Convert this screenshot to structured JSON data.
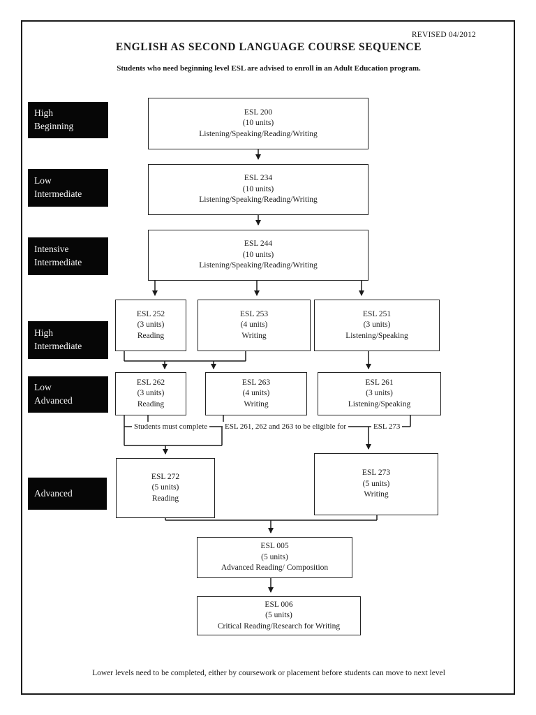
{
  "page": {
    "revised": "REVISED 04/2012",
    "title": "ENGLISH AS SECOND LANGUAGE COURSE SEQUENCE",
    "subtitle": "Students who need beginning level ESL are advised to enroll in an Adult Education program.",
    "footnote": "Lower levels need to be completed, either by coursework or placement before students can move to next level"
  },
  "levels": [
    {
      "id": "high-beginning",
      "line1": "High",
      "line2": "Beginning"
    },
    {
      "id": "low-intermediate",
      "line1": "Low",
      "line2": "Intermediate"
    },
    {
      "id": "intensive-intermediate",
      "line1": "Intensive",
      "line2": "Intermediate"
    },
    {
      "id": "high-intermediate",
      "line1": "High",
      "line2": "Intermediate"
    },
    {
      "id": "low-advanced",
      "line1": "Low",
      "line2": "Advanced"
    },
    {
      "id": "advanced",
      "line1": "Advanced",
      "line2": ""
    }
  ],
  "courses": {
    "esl200": {
      "code": "ESL 200",
      "units": "(10 units)",
      "skills": "Listening/Speaking/Reading/Writing"
    },
    "esl234": {
      "code": "ESL 234",
      "units": "(10 units)",
      "skills": "Listening/Speaking/Reading/Writing"
    },
    "esl244": {
      "code": "ESL 244",
      "units": "(10 units)",
      "skills": "Listening/Speaking/Reading/Writing"
    },
    "esl252": {
      "code": "ESL 252",
      "units": "(3 units)",
      "skills": "Reading"
    },
    "esl253": {
      "code": "ESL 253",
      "units": "(4 units)",
      "skills": "Writing"
    },
    "esl251": {
      "code": "ESL 251",
      "units": "(3 units)",
      "skills": "Listening/Speaking"
    },
    "esl262": {
      "code": "ESL 262",
      "units": "(3 units)",
      "skills": "Reading"
    },
    "esl263": {
      "code": "ESL 263",
      "units": "(4 units)",
      "skills": "Writing"
    },
    "esl261": {
      "code": "ESL 261",
      "units": "(3 units)",
      "skills": "Listening/Speaking"
    },
    "esl272": {
      "code": "ESL 272",
      "units": "(5 units)",
      "skills": "Reading"
    },
    "esl273": {
      "code": "ESL 273",
      "units": "(5 units)",
      "skills": "Writing"
    },
    "esl005": {
      "code": "ESL 005",
      "units": "(5 units)",
      "skills": "Advanced Reading/ Composition"
    },
    "esl006": {
      "code": "ESL 006",
      "units": "(5 units)",
      "skills": "Critical Reading/Research for Writing"
    }
  },
  "rail_note": {
    "segments": [
      "Students must complete",
      "ESL 261, 262 and 263 to be eligible for",
      "ESL 273"
    ]
  },
  "colors": {
    "ink": "#1a1a1a",
    "label_bg": "#060606",
    "paper": "#ffffff"
  }
}
